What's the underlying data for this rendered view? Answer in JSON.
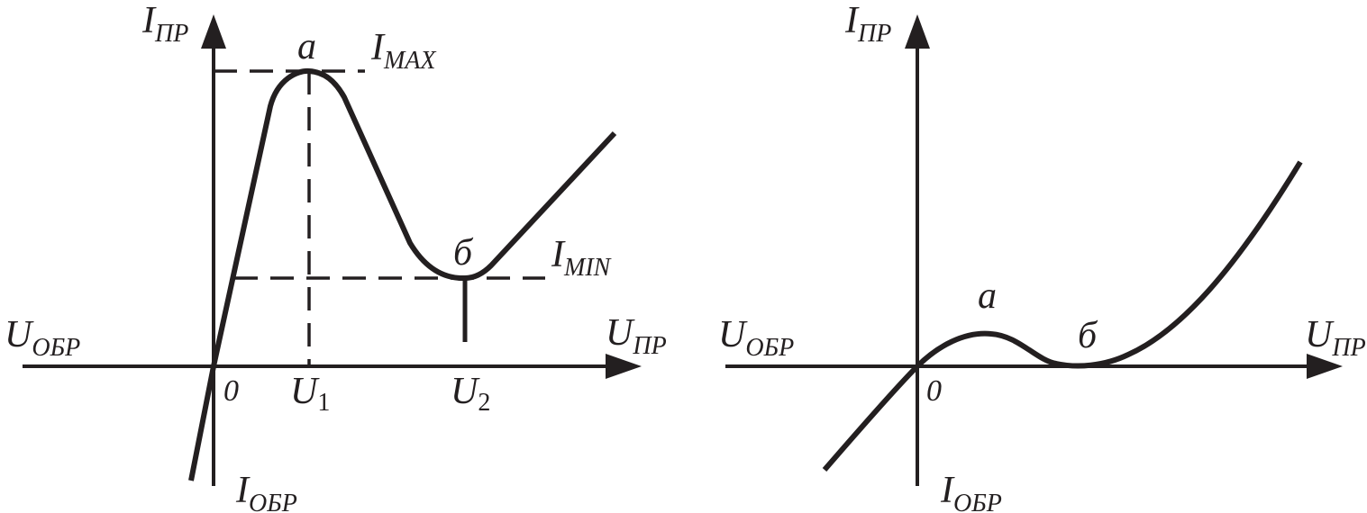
{
  "left": {
    "y_axis": {
      "main": "I",
      "sub": "ПР"
    },
    "x_axis_pos": {
      "main": "U",
      "sub": "ПР"
    },
    "x_axis_neg": {
      "main": "U",
      "sub": "ОБР"
    },
    "y_axis_neg": {
      "main": "I",
      "sub": "ОБР"
    },
    "origin": "0",
    "point_a": "a",
    "point_b": "б",
    "imax": {
      "main": "I",
      "sub": "MAX"
    },
    "imin": {
      "main": "I",
      "sub": "MIN"
    },
    "u1": {
      "main": "U",
      "sub": "1"
    },
    "u2": {
      "main": "U",
      "sub": "2"
    }
  },
  "right": {
    "y_axis": {
      "main": "I",
      "sub": "ПР"
    },
    "x_axis_pos": {
      "main": "U",
      "sub": "ПР"
    },
    "x_axis_neg": {
      "main": "U",
      "sub": "ОБР"
    },
    "y_axis_neg": {
      "main": "I",
      "sub": "ОБР"
    },
    "origin": "0",
    "point_a": "a",
    "point_b": "б"
  }
}
